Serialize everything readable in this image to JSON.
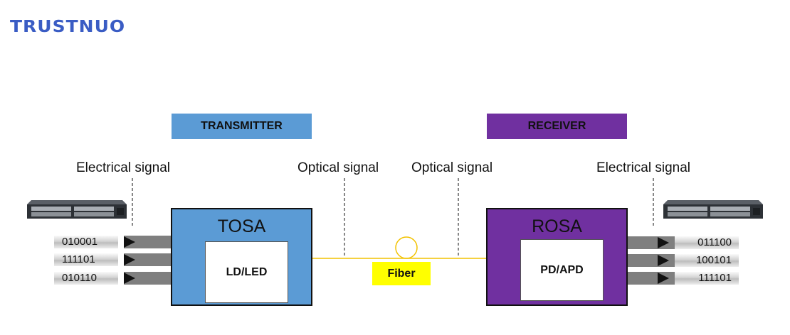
{
  "logo": {
    "text": "TRUSTNUO",
    "color": "#3a5cc4"
  },
  "transmitter": {
    "label": "TRANSMITTER",
    "color": "#5b9bd5"
  },
  "receiver": {
    "label": "RECEIVER",
    "color": "#7030a0"
  },
  "signals": {
    "tx_electrical": "Electrical signal",
    "tx_optical": "Optical signal",
    "rx_optical": "Optical signal",
    "rx_electrical": "Electrical signal"
  },
  "tosa": {
    "title": "TOSA",
    "component": "LD/LED"
  },
  "rosa": {
    "title": "ROSA",
    "component": "PD/APD"
  },
  "fiber": {
    "label": "Fiber",
    "color": "#ffff00"
  },
  "input_bits": [
    "010001",
    "111101",
    "010110"
  ],
  "output_bits": [
    "011100",
    "100101",
    "111101"
  ],
  "devices": {
    "left": "network-switch-icon",
    "right": "network-switch-icon"
  }
}
